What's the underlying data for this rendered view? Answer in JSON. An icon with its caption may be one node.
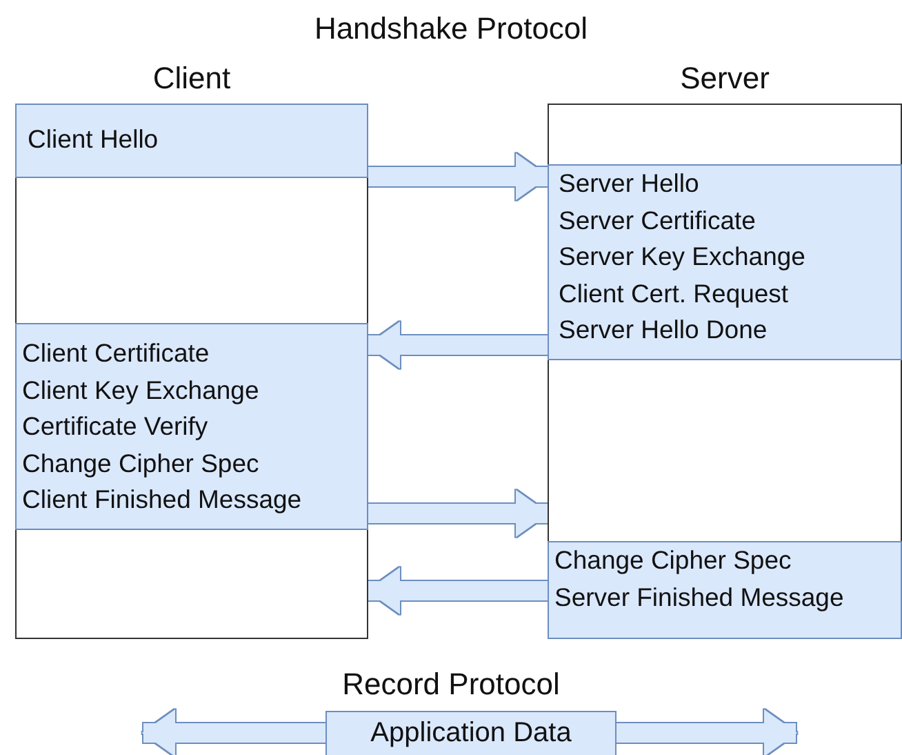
{
  "diagram": {
    "title": "Handshake Protocol",
    "nodes": [
      {
        "text": [
          "Client"
        ]
      },
      {
        "text": [
          "Client Hello"
        ],
        "in": 0
      },
      {
        "text": [
          "Client Certificate",
          "Client Key Exchange",
          "Certificate Verify",
          "Change Cipher Spec",
          "Client Finished Message"
        ],
        "in": 0
      },
      {
        "text": [
          "Server"
        ]
      },
      {
        "text": [
          "Server Hello",
          "Server Certificate",
          "Server Key Exchange",
          "Client Cert. Request",
          "Server Hello Done"
        ],
        "in": 3
      },
      {
        "text": [
          "Change Cipher Spec",
          "Server Finished Message"
        ],
        "in": 3
      },
      {
        "text": [
          "Application Data"
        ]
      }
    ],
    "edges": [
      {
        "from": 1,
        "to": 4,
        "arrow": "to"
      },
      {
        "from": 4,
        "to": 2,
        "arrow": "to"
      },
      {
        "from": 2,
        "to": 3,
        "arrow": "to"
      },
      {
        "from": 5,
        "to": 0,
        "arrow": "to"
      },
      {
        "from": 6,
        "to": null,
        "arrow": "to"
      },
      {
        "from": 6,
        "to": null,
        "arrow": "to"
      }
    ],
    "labels": [
      "Record Protocol"
    ]
  }
}
